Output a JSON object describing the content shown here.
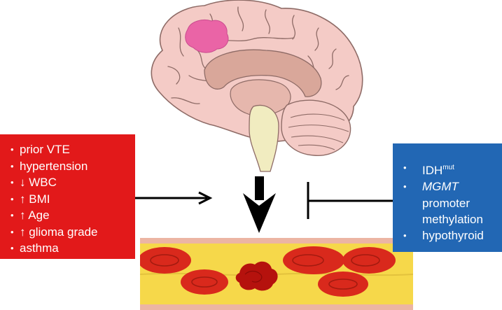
{
  "risk_factors": {
    "color": "#e2191a",
    "items": [
      {
        "prefix": "",
        "label": "prior VTE"
      },
      {
        "prefix": "",
        "label": "hypertension"
      },
      {
        "prefix": "↓ ",
        "label": "WBC"
      },
      {
        "prefix": "↑ ",
        "label": "BMI"
      },
      {
        "prefix": "↑ ",
        "label": "Age"
      },
      {
        "prefix": "↑ ",
        "label": "glioma grade"
      },
      {
        "prefix": "",
        "label": "asthma"
      }
    ]
  },
  "protective_factors": {
    "color": "#2267b4",
    "idh": {
      "base": "IDH",
      "sup": "mut"
    },
    "mgmt": {
      "gene": "MGMT",
      "line2": "promoter",
      "line3": "methylation"
    },
    "hypothyroid": "hypothyroid"
  },
  "illustrations": {
    "brain": "brain-with-glioma-tumor",
    "vessel": "blood-vessel-with-red-cells-and-clot"
  },
  "arrows": {
    "risk_to_thrombosis": "arrow-right",
    "brain_to_vessel": "arrow-down",
    "protective_inhibition": "blunt-inhibition-bar"
  }
}
